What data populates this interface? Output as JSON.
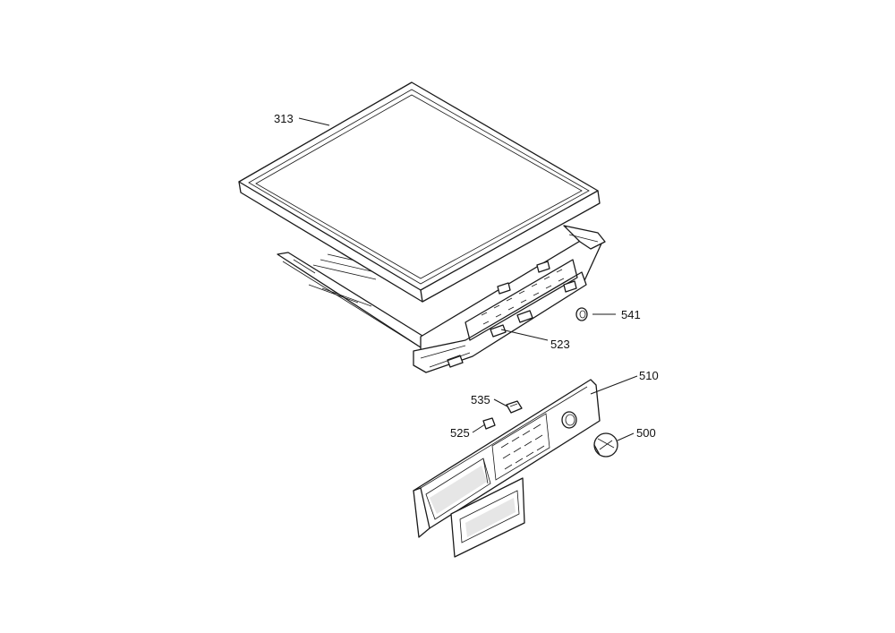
{
  "parts": [
    {
      "id": "313",
      "label": "313"
    },
    {
      "id": "523",
      "label": "523"
    },
    {
      "id": "541",
      "label": "541"
    },
    {
      "id": "510",
      "label": "510"
    },
    {
      "id": "535",
      "label": "535"
    },
    {
      "id": "525",
      "label": "525"
    },
    {
      "id": "500",
      "label": "500"
    }
  ]
}
